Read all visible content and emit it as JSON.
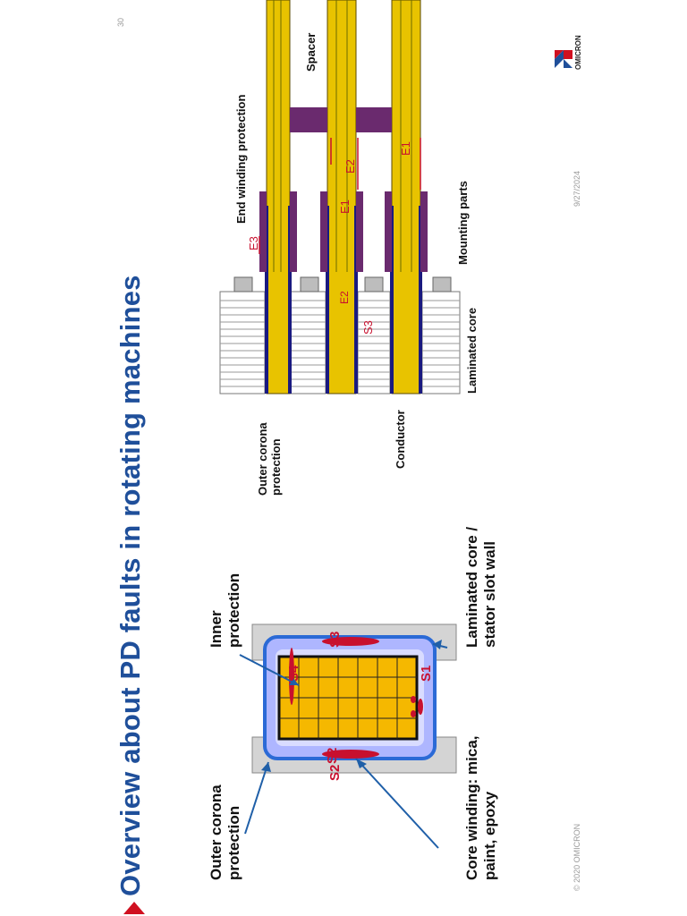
{
  "header": {
    "title": "Overview about PD faults in rotating machines",
    "page_number": "30",
    "date": "9/27/2024",
    "copyright": "© 2020 OMICRON",
    "brand": "OMICRON"
  },
  "left_figure": {
    "labels": {
      "outer_corona": [
        "Outer corona",
        "protection"
      ],
      "inner_protection": [
        "Inner",
        "protection"
      ],
      "core_winding": [
        "Core winding: mica,",
        "paint, epoxy"
      ],
      "laminated_core": [
        "Laminated core /",
        "stator slot wall"
      ]
    },
    "fault_labels": [
      "S1",
      "S2",
      "S3",
      "S4"
    ]
  },
  "right_figure": {
    "labels": {
      "outer_corona": [
        "Outer corona",
        "protection"
      ],
      "conductor": "Conductor",
      "laminated_core": "Laminated core",
      "mounting_parts": "Mounting parts",
      "end_winding": "End winding protection",
      "spacer": "Spacer"
    },
    "fault_labels": [
      "E1",
      "E1",
      "E2",
      "E2",
      "E3",
      "S3"
    ]
  },
  "colors": {
    "title": "#1f4f9a",
    "accent_red": "#d01020",
    "fault_red": "#c8102e",
    "conductor_gold": "#f5b800",
    "insulation_blue": "#2b6ad6",
    "spacer_purple": "#6a2a6e",
    "winding_navy": "#1a1a80"
  }
}
